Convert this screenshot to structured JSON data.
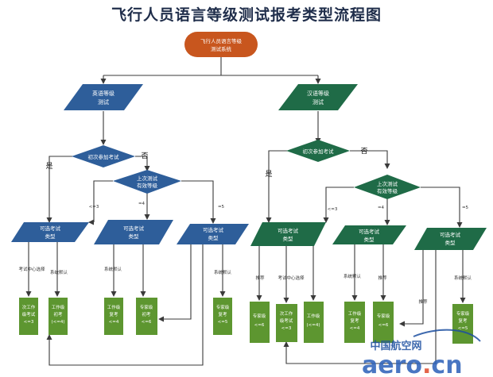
{
  "title": "飞行人员语言等级测试报考类型流程图",
  "start": [
    "飞行人员语言等级",
    "测试系统"
  ],
  "english": {
    "root": [
      "英语等级",
      "测试"
    ],
    "q1": "初次参加考试",
    "yes": "是",
    "no": "否",
    "q2": [
      "上次测试",
      "有效等级"
    ],
    "c_le3": "<=3",
    "c_4": "=4",
    "c_5": "=5",
    "cat": [
      "可选考试",
      "类型"
    ],
    "paths": [
      "考试中心选择",
      "系统默认",
      "系统默认",
      "系统默认"
    ],
    "boxes": [
      [
        "次工作",
        "级考试",
        "<=3"
      ],
      [
        "工作级",
        "初考",
        "(<=4)"
      ],
      [
        "工作级",
        "复考",
        "<=4"
      ],
      [
        "专家级",
        "初考",
        "<=6"
      ],
      [
        "专家级",
        "复考",
        "<=5"
      ]
    ]
  },
  "chinese": {
    "root": [
      "汉语等级",
      "测试"
    ],
    "q1": "初次参加考试",
    "yes": "是",
    "no": "否",
    "q2": [
      "上次测试",
      "有效等级"
    ],
    "c_le3": "<=3",
    "c_4": "=4",
    "c_5": "=5",
    "cat": [
      "可选考试",
      "类型"
    ],
    "paths": [
      "推荐",
      "考试中心选择",
      "系统默认",
      "推荐",
      "推荐",
      "系统默认"
    ],
    "boxes": [
      [
        "专家级",
        "<=6"
      ],
      [
        "次工作",
        "级考试",
        "<=3"
      ],
      [
        "工作级",
        "(<=4)"
      ],
      [
        "工作级",
        "复考",
        "<=4"
      ],
      [
        "专家级",
        "<=6"
      ],
      [
        "专家级",
        "复考",
        "<=5"
      ]
    ]
  },
  "watermark": {
    "cn": "中国航空网",
    "en1": "aero",
    "dot": ".",
    "en2": "cn"
  },
  "colors": {
    "start": "#c8561e",
    "english": "#2e5e9a",
    "chinese": "#1f6b47",
    "box": "#5d9630",
    "line": "#3a3a3a"
  }
}
